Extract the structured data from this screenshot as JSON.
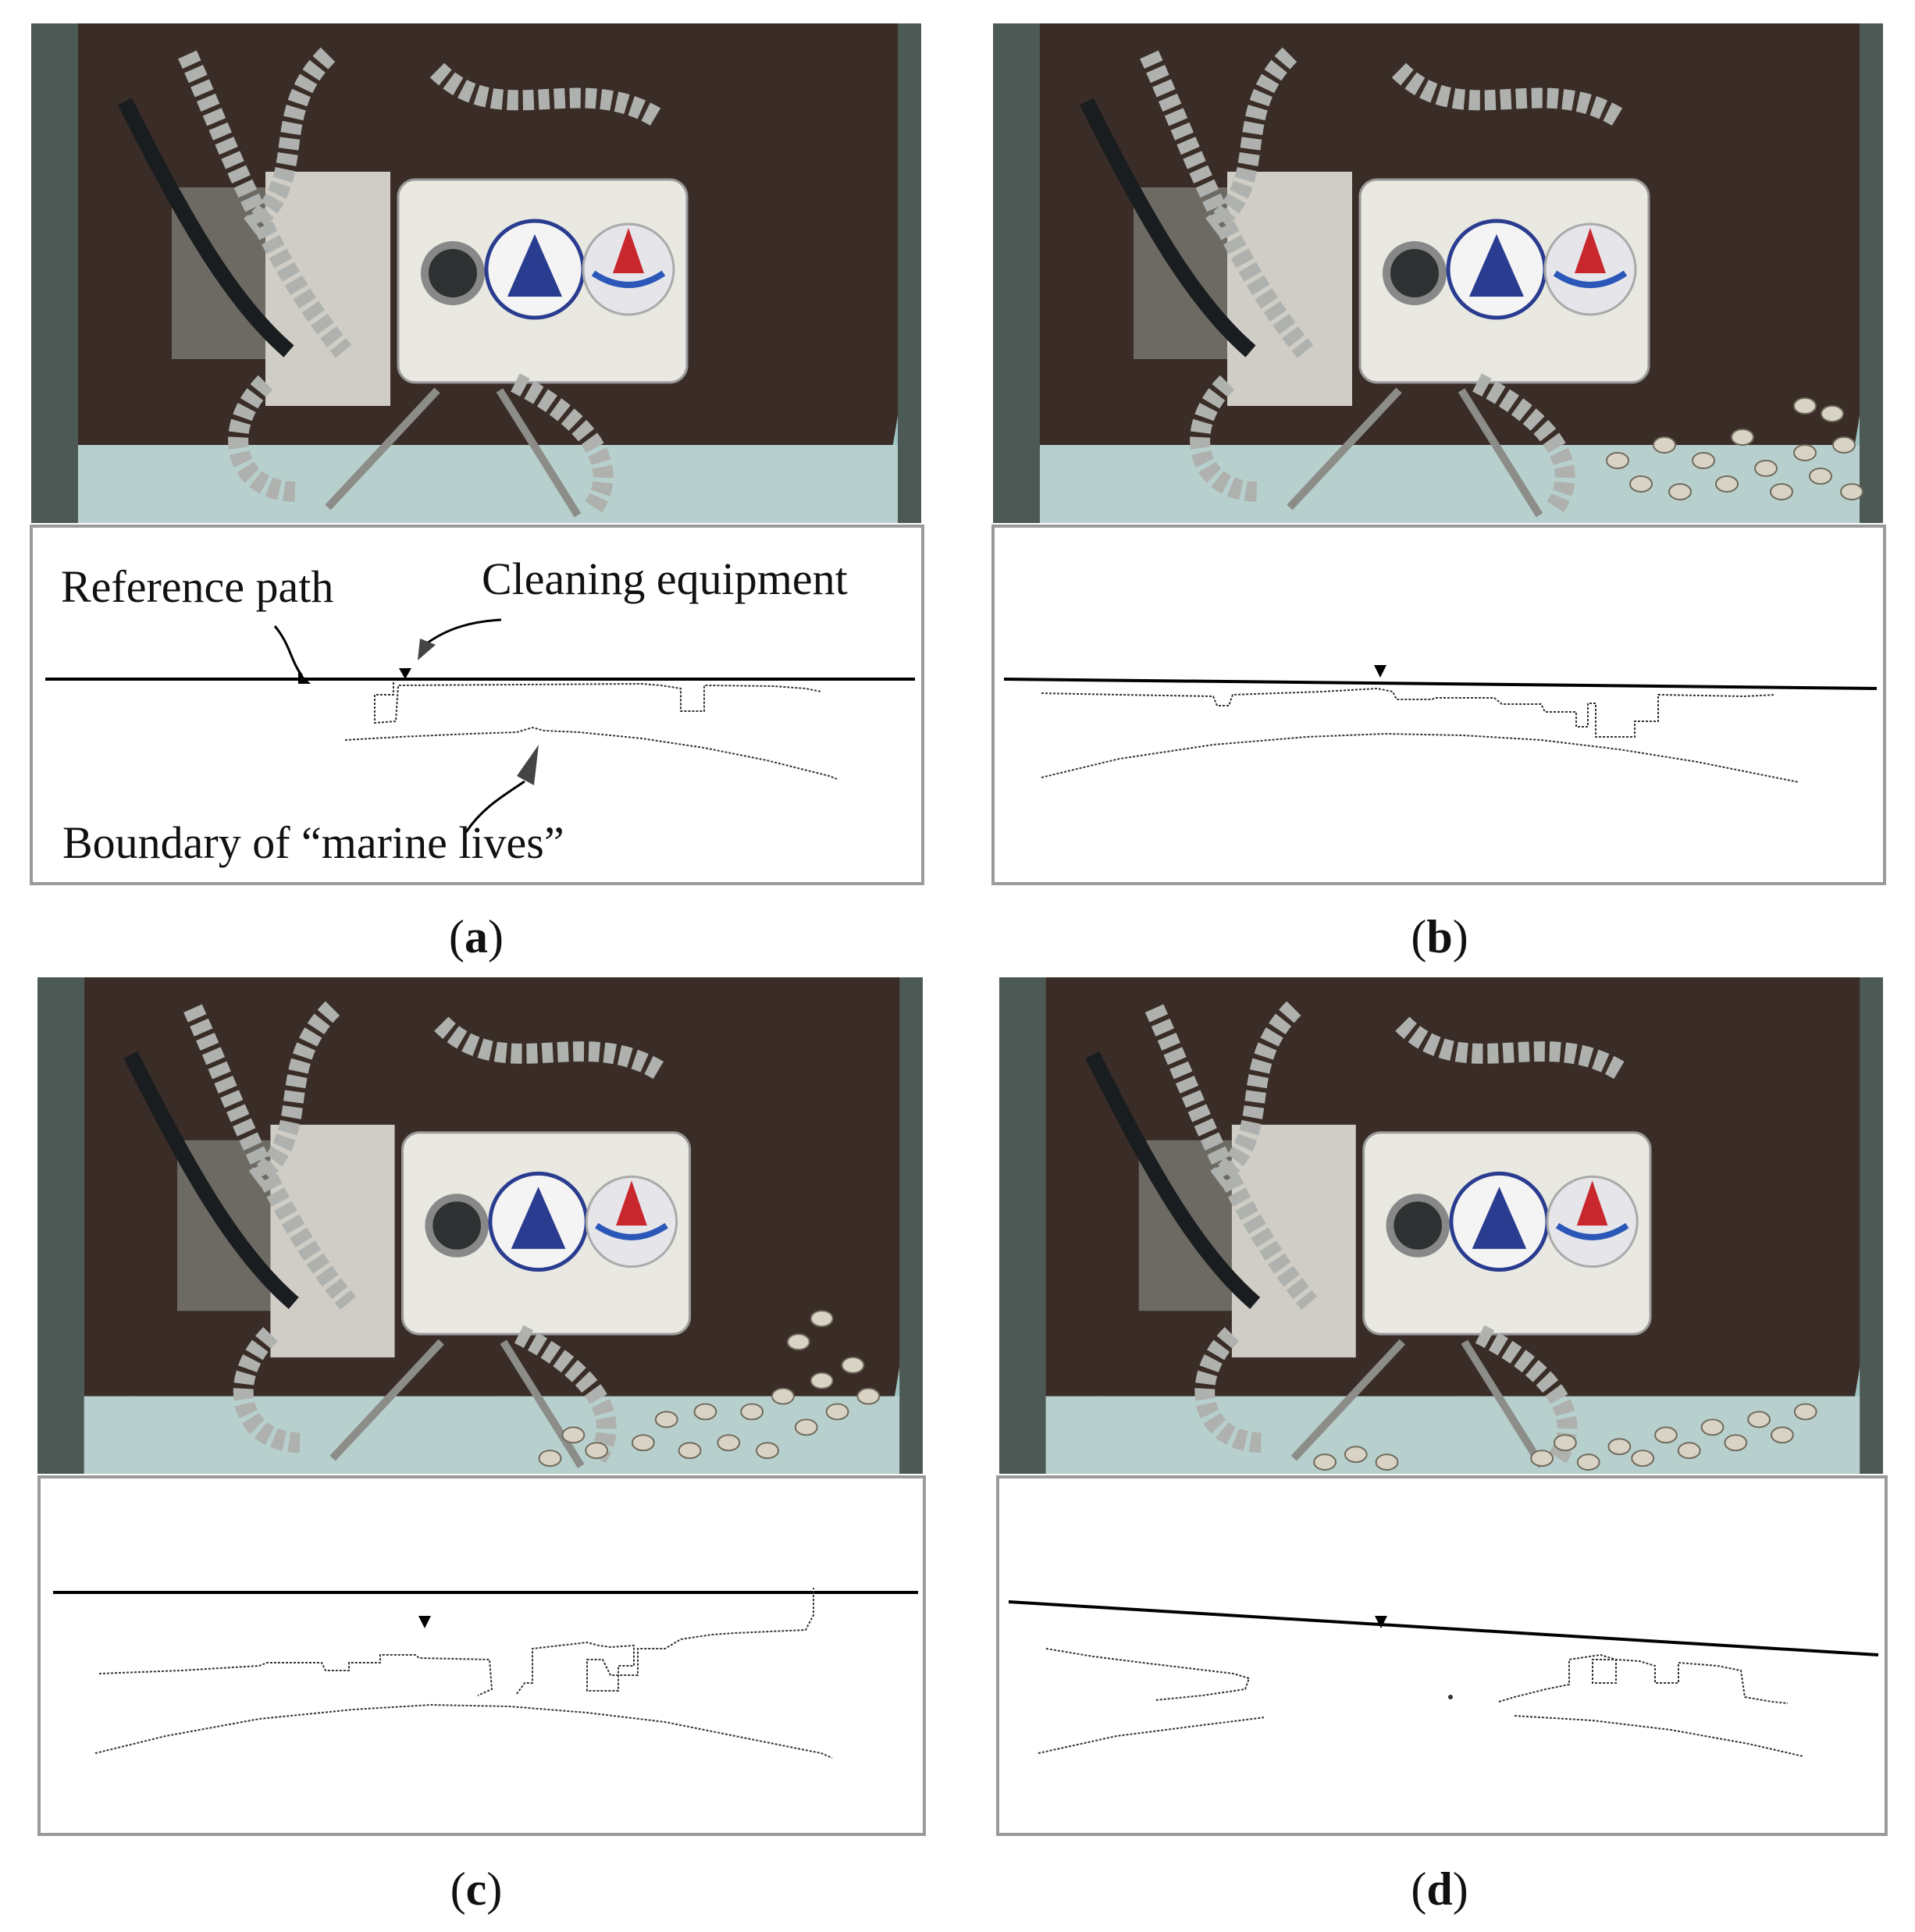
{
  "panels": [
    {
      "id": "a",
      "caption_letter": "a",
      "robot_emblems": [
        "university-seal-icon",
        "company-logo-icon"
      ]
    },
    {
      "id": "b",
      "caption_letter": "b",
      "robot_emblems": [
        "university-seal-icon",
        "company-logo-icon"
      ]
    },
    {
      "id": "c",
      "caption_letter": "c",
      "robot_emblems": [
        "university-seal-icon",
        "company-logo-icon"
      ]
    },
    {
      "id": "d",
      "caption_letter": "d",
      "robot_emblems": [
        "university-seal-icon",
        "company-logo-icon"
      ]
    }
  ],
  "annotations": {
    "reference_path": "Reference path",
    "cleaning_equipment": "Cleaning equipment",
    "boundary": "Boundary of  “marine lives”"
  },
  "colors": {
    "water": "#9fc3c2",
    "hull": "#3a2c26",
    "robot_body": "#e9e8e1",
    "hose": "#aeb1ad",
    "barnacle": "#d8d3c4",
    "line": "#000000"
  }
}
